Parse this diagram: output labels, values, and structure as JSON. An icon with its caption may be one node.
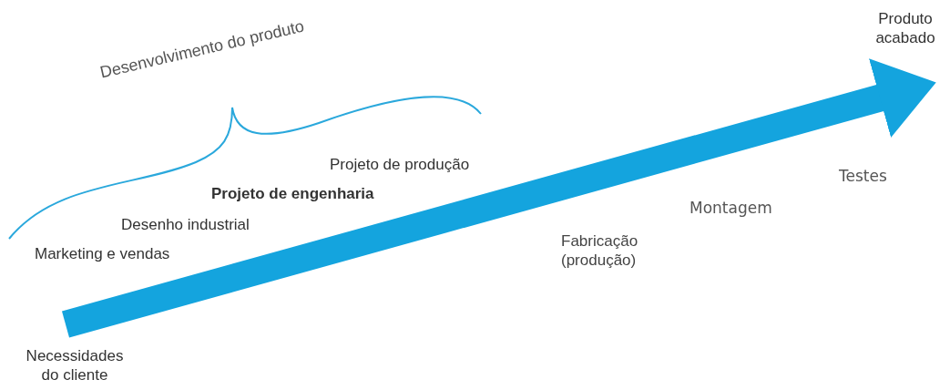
{
  "diagram": {
    "nodes": [
      {
        "text": [
          "Necessidades do cliente"
        ]
      },
      {
        "text": [
          "Produto acabado"
        ]
      }
    ],
    "edges": [
      {
        "from": 0,
        "to": 1,
        "arrow": "to"
      }
    ],
    "labels": [
      "Desenvolvimento do produto",
      "Projeto de produção",
      "Projeto de engenharia",
      "Desenho industrial",
      "Marketing e vendas",
      "Fabricação (produção)",
      "Montagem",
      "Testes"
    ]
  }
}
